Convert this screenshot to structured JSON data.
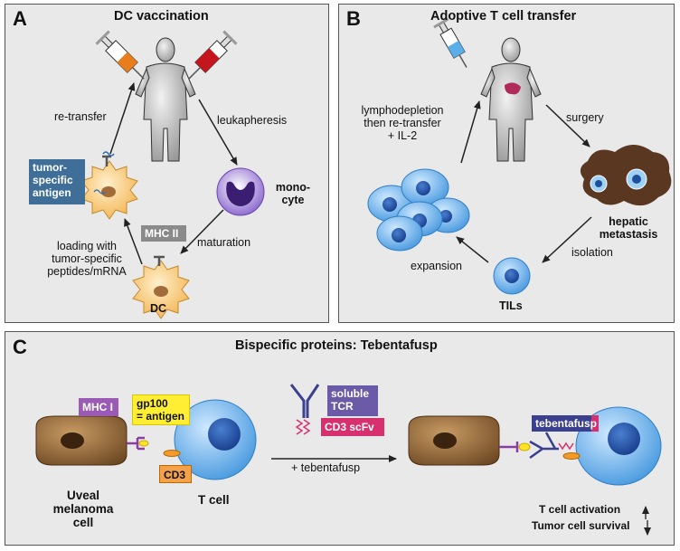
{
  "panel_a": {
    "letter": "A",
    "title": "DC vaccination",
    "re_transfer": "re-transfer",
    "leukapheresis": "leukapheresis",
    "tumor_antigen": [
      "tumor-",
      "specific",
      "antigen"
    ],
    "monocyte": [
      "mono-",
      "cyte"
    ],
    "mhc2": "MHC II",
    "maturation": "maturation",
    "loading": [
      "loading with",
      "tumor-specific",
      "peptides/mRNA"
    ],
    "dc": "DC"
  },
  "panel_b": {
    "letter": "B",
    "title": "Adoptive T cell transfer",
    "lymphodepletion": [
      "lymphodepletion",
      "then re-transfer",
      "+ IL-2"
    ],
    "surgery": "surgery",
    "hepatic": [
      "hepatic",
      "metastasis"
    ],
    "isolation": "isolation",
    "expansion": "expansion",
    "tils": "TILs"
  },
  "panel_c": {
    "letter": "C",
    "title": "Bispecific proteins: Tebentafusp",
    "mhc1": "MHC I",
    "gp100": [
      "gp100",
      "= antigen"
    ],
    "cd3": "CD3",
    "uveal": [
      "Uveal",
      "melanoma",
      "cell"
    ],
    "tcell": "T cell",
    "soluble_tcr": [
      "soluble",
      "TCR"
    ],
    "cd3_scfv": "CD3 scFv",
    "plus_tebentafusp": "+ tebentafusp",
    "tebentafusp": "tebentafusp",
    "activation": "T cell activation",
    "survival": "Tumor cell survival"
  },
  "colors": {
    "panel_bg": "#e9e9e9",
    "tumor_antigen_box": "#3f6f98",
    "mhc2_box": "#8a8a8a",
    "mhc1_box": "#9b5bb5",
    "gp100_box": "#ffee33",
    "cd3_box": "#f3a24b",
    "soluble_tcr_box": "#6a5aa7",
    "cd3_scfv_box": "#d6306f",
    "tebentafusp_label": "#3b3f8f",
    "dc_cell": "#f6c374",
    "t_cell": "#3e98e0",
    "monocyte": "#7d55c8",
    "melanoma_cell": "#8b6135",
    "liver_mass": "#5a3720"
  }
}
